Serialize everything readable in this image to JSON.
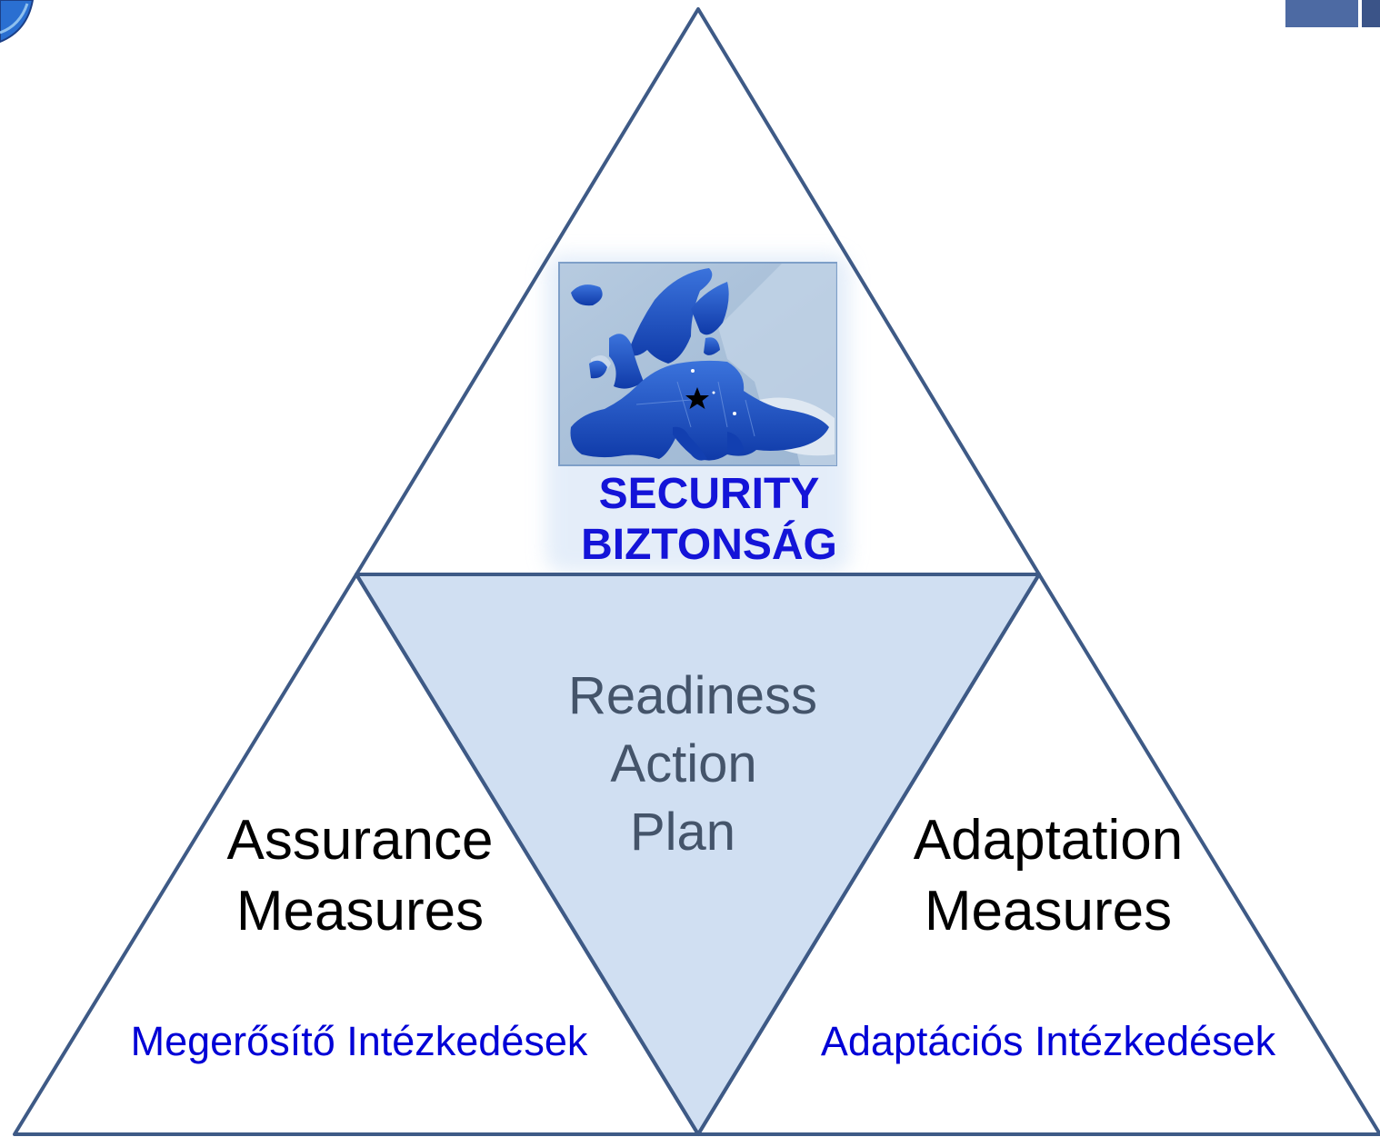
{
  "diagram": {
    "security_label": {
      "line1": "SECURITY",
      "line2": "BIZTONSÁG"
    },
    "center_label": {
      "line1": "Readiness",
      "line2": "Action",
      "line3": "Plan"
    },
    "left_label": {
      "line1": "Assurance",
      "line2": "Measures",
      "hungarian": "Megerősítő Intézkedések"
    },
    "right_label": {
      "line1": "Adaptation",
      "line2": "Measures",
      "hungarian": "Adaptációs Intézkedések"
    },
    "colors": {
      "outline": "#3e5a86",
      "center_fill": "#d0dff2",
      "english_text": "#000000",
      "center_text": "#44546a",
      "hungarian_text": "#0000d6",
      "map_sea": "#a7bfd9",
      "map_eu": "#1f55c7"
    },
    "icons": [
      "logo-emblem-icon",
      "europe-map-image",
      "star-icon",
      "corner-logo-icon"
    ]
  }
}
